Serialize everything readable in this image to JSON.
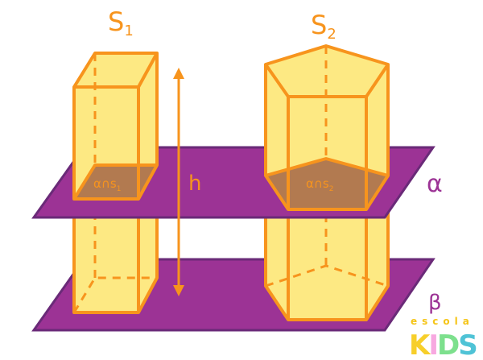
{
  "labels": {
    "solid1": "S",
    "solid1_sub": "1",
    "solid2": "S",
    "solid2_sub": "2",
    "height": "h",
    "plane_alpha": "α",
    "plane_beta": "β",
    "section1": "α∩s",
    "section1_sub": "1",
    "section2": "α∩s",
    "section2_sub": "2"
  },
  "logo": {
    "top": "escola",
    "bottom": "KIDS"
  },
  "colors": {
    "plane": "#9c3395",
    "plane_edge": "#6a2a78",
    "solid": "#fde983",
    "edge": "#f7941d",
    "section": "#b27a50"
  }
}
